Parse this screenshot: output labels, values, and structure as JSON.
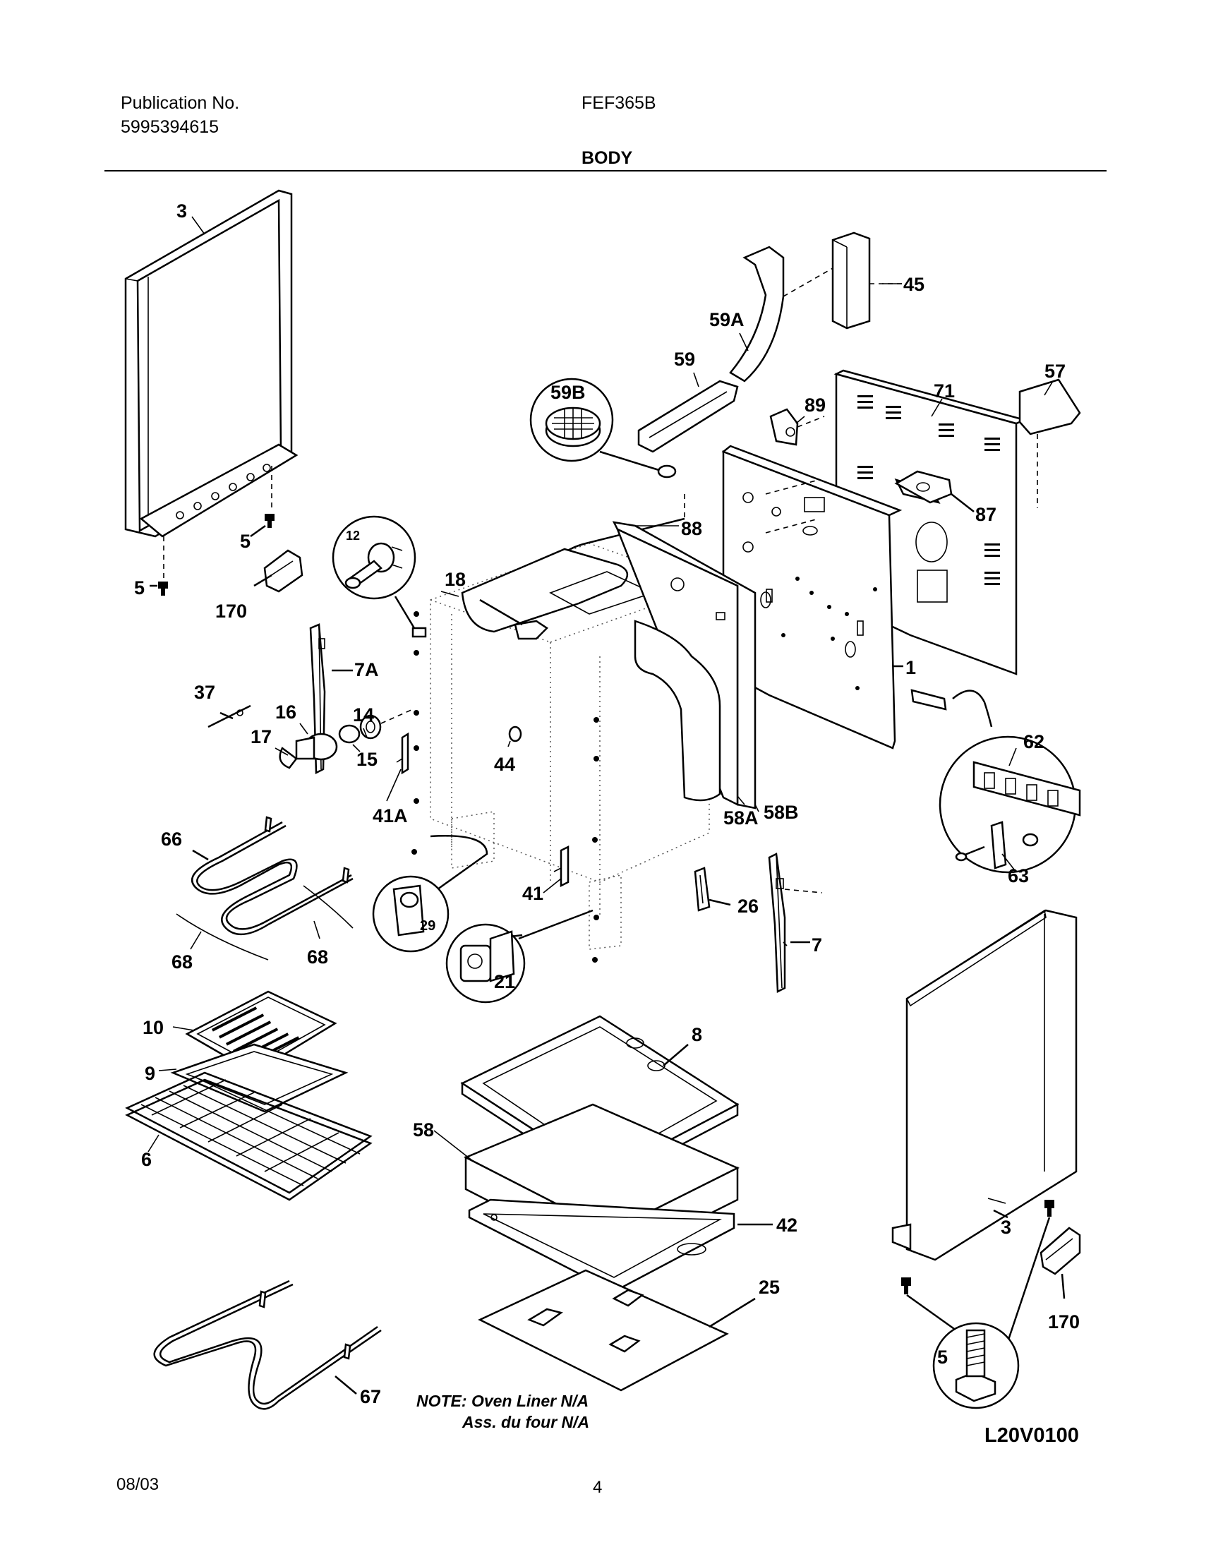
{
  "header": {
    "publication_label": "Publication No.",
    "publication_number": "5995394615",
    "model": "FEF365B",
    "section_title": "BODY"
  },
  "callouts": [
    "3",
    "45",
    "59A",
    "59",
    "57",
    "59B",
    "71",
    "89",
    "87",
    "88",
    "5",
    "12",
    "170",
    "18",
    "7A",
    "1",
    "37",
    "14",
    "16",
    "17",
    "15",
    "44",
    "62",
    "41A",
    "58A",
    "58B",
    "66",
    "63",
    "41",
    "26",
    "29",
    "7",
    "68",
    "21",
    "10",
    "8",
    "9",
    "6",
    "58",
    "42",
    "25",
    "170",
    "67",
    "5"
  ],
  "notes": {
    "line1": "NOTE: Oven Liner N/A",
    "line2": "Ass. du four N/A"
  },
  "diagram_code": "L20V0100",
  "footer": {
    "date": "08/03",
    "page": "4"
  }
}
